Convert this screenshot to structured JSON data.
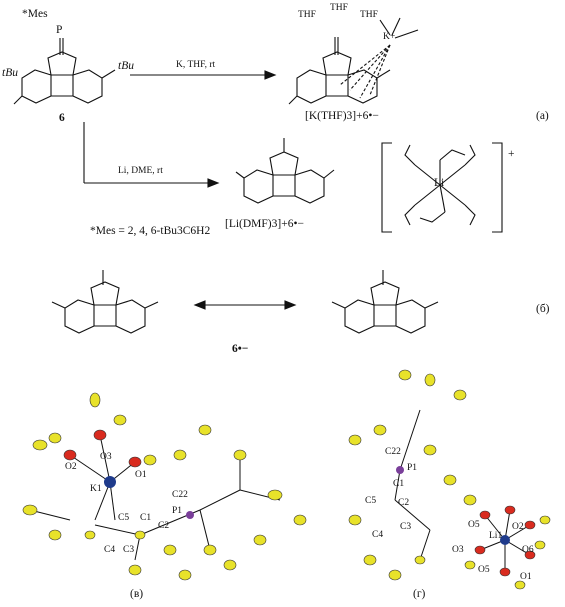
{
  "scheme": {
    "reactant_label": "*Mes",
    "reactant_atom": "P",
    "tbu_left": "tBu",
    "tbu_right": "tBu",
    "compound_number": "6",
    "reaction_a_conditions": "K, THF, rt",
    "reaction_b_conditions": "Li, DME, rt",
    "potassium_salt_label": "[K(THF)3]+6•−",
    "lithium_salt_label": "[Li(DMF)3]+6•−",
    "thf_1": "THF",
    "thf_2": "THF",
    "thf_3": "THF",
    "k_plus": "K+",
    "li_atom": "Li",
    "mes_definition": "*Mes = 2, 4, 6-tBu3C6H2",
    "panel_a": "(a)",
    "panel_b": "(б)",
    "resonance_label": "6•−",
    "plus_sign": "+"
  },
  "structures": {
    "panel_v": "(в)",
    "panel_g": "(г)",
    "left_atoms": [
      "O3",
      "O2",
      "O1",
      "K1",
      "C5",
      "C1",
      "P1",
      "C22",
      "C2",
      "C4",
      "C3"
    ],
    "right_atoms": [
      "C22",
      "P1",
      "C1",
      "C5",
      "C2",
      "C3",
      "C4",
      "O5",
      "O2",
      "O3",
      "Li1",
      "O6",
      "O5",
      "O1"
    ]
  },
  "colors": {
    "ellipsoid": "#e8e22a",
    "oxygen": "#d92b1f",
    "potassium": "#1f3b8c",
    "phosphorus": "#7a3f9a",
    "lithium": "#1f3b8c"
  }
}
